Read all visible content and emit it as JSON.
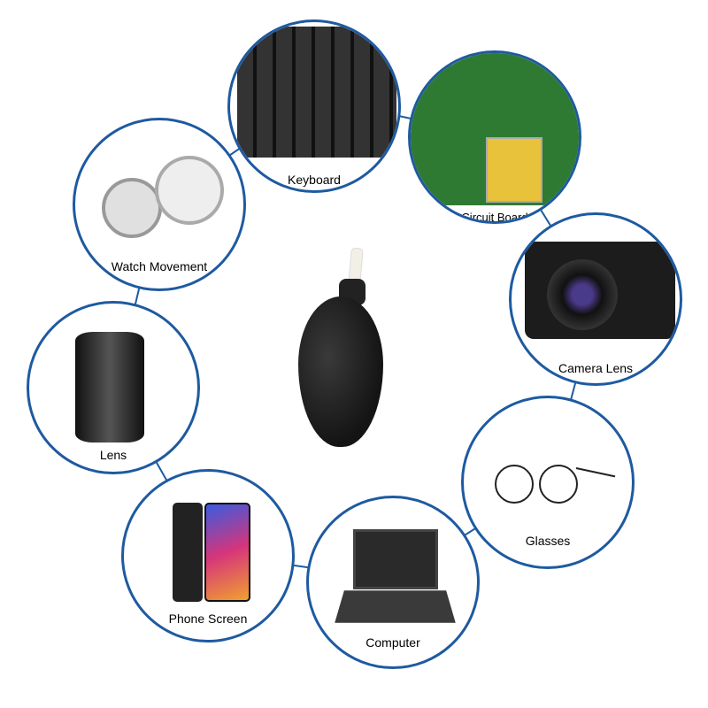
{
  "items": [
    {
      "label": "Keyboard",
      "icon": "keyboard-icon"
    },
    {
      "label": "Circuit Board",
      "icon": "circuit-board-icon"
    },
    {
      "label": "Watch Movement",
      "icon": "watch-icon"
    },
    {
      "label": "Camera Lens",
      "icon": "camera-icon"
    },
    {
      "label": "Lens",
      "icon": "lens-icon"
    },
    {
      "label": "Glasses",
      "icon": "glasses-icon"
    },
    {
      "label": "Phone Screen",
      "icon": "phone-icon"
    },
    {
      "label": "Computer",
      "icon": "laptop-icon"
    }
  ],
  "product": {
    "icon": "air-blower-bulb-icon"
  },
  "colors": {
    "ring": "#1e5aa0",
    "bulb": "#1a1a1a"
  }
}
